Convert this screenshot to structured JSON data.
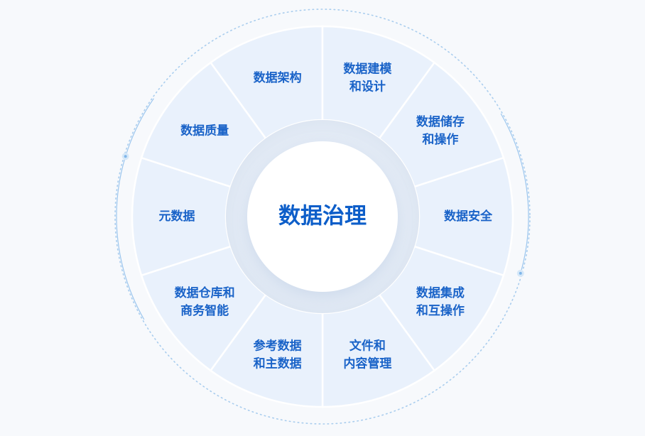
{
  "center": {
    "label": "数据治理"
  },
  "segments": [
    {
      "lines": [
        "数据架构"
      ]
    },
    {
      "lines": [
        "数据建模",
        "和设计"
      ]
    },
    {
      "lines": [
        "数据储存",
        "和操作"
      ]
    },
    {
      "lines": [
        "数据安全"
      ]
    },
    {
      "lines": [
        "数据集成",
        "和互操作"
      ]
    },
    {
      "lines": [
        "文件和",
        "内容管理"
      ]
    },
    {
      "lines": [
        "参考数据",
        "和主数据"
      ]
    },
    {
      "lines": [
        "数据仓库和",
        "商务智能"
      ]
    },
    {
      "lines": [
        "元数据"
      ]
    },
    {
      "lines": [
        "数据质量"
      ]
    }
  ],
  "colors": {
    "segment_fill": "#e9f1fc",
    "divider": "#ffffff",
    "label": "#1a63c8",
    "center_label": "#0d5ec9",
    "outer_ring": "#a9cdee",
    "background": "#f7f9fc"
  }
}
